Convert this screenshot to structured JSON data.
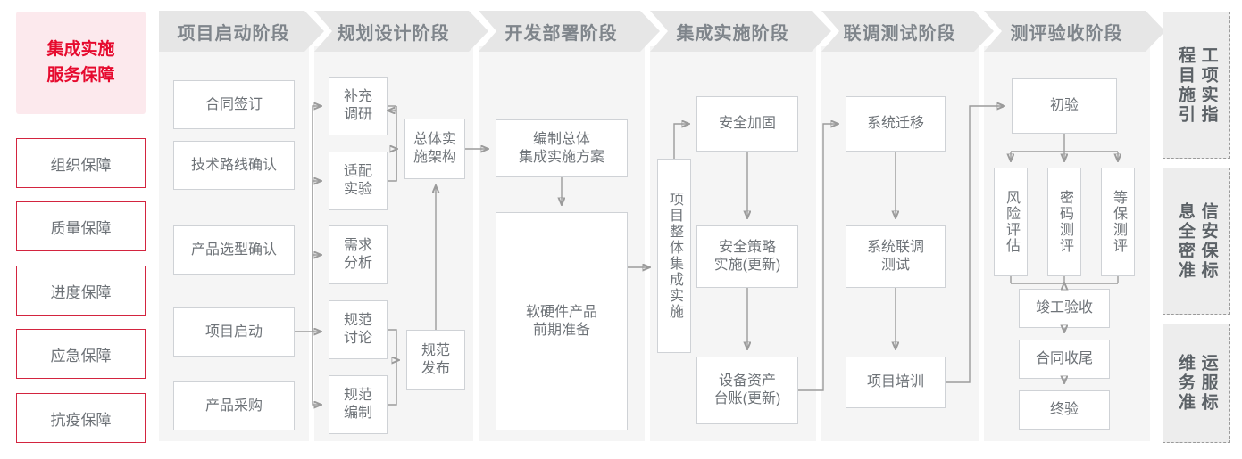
{
  "left_rail": {
    "header": "集成实施\n服务保障",
    "header_line1": "集成实施",
    "header_line2": "服务保障",
    "items": [
      {
        "label": "组织保障"
      },
      {
        "label": "质量保障"
      },
      {
        "label": "进度保障"
      },
      {
        "label": "应急保障"
      },
      {
        "label": "抗疫保障"
      }
    ]
  },
  "phases": [
    {
      "title": "项目启动阶段",
      "nodes": [
        {
          "label": "合同签订"
        },
        {
          "label": "技术路线确认"
        },
        {
          "label": "产品选型确认"
        },
        {
          "label": "项目启动"
        },
        {
          "label": "产品采购"
        }
      ]
    },
    {
      "title": "规划设计阶段",
      "nodes": [
        {
          "label": "补充\n调研",
          "l1": "补充",
          "l2": "调研"
        },
        {
          "label": "适配\n实验",
          "l1": "适配",
          "l2": "实验"
        },
        {
          "label": "需求\n分析",
          "l1": "需求",
          "l2": "分析"
        },
        {
          "label": "规范\n讨论",
          "l1": "规范",
          "l2": "讨论"
        },
        {
          "label": "规范\n编制",
          "l1": "规范",
          "l2": "编制"
        },
        {
          "label": "总体实\n施架构",
          "l1": "总体实",
          "l2": "施架构"
        },
        {
          "label": "规范\n发布",
          "l1": "规范",
          "l2": "发布"
        }
      ]
    },
    {
      "title": "开发部署阶段",
      "nodes": [
        {
          "label": "编制总体\n集成实施方案",
          "l1": "编制总体",
          "l2": "集成实施方案"
        },
        {
          "label": "软硬件产品\n前期准备",
          "l1": "软硬件产品",
          "l2": "前期准备"
        }
      ]
    },
    {
      "title": "集成实施阶段",
      "nodes": [
        {
          "label": "项目整体集成实施"
        },
        {
          "label": "安全加固"
        },
        {
          "label": "安全策略\n实施(更新)",
          "l1": "安全策略",
          "l2": "实施(更新)"
        },
        {
          "label": "设备资产\n台账(更新)",
          "l1": "设备资产",
          "l2": "台账(更新)"
        }
      ]
    },
    {
      "title": "联调测试阶段",
      "nodes": [
        {
          "label": "系统迁移"
        },
        {
          "label": "系统联调\n测试",
          "l1": "系统联调",
          "l2": "测试"
        },
        {
          "label": "项目培训"
        }
      ]
    },
    {
      "title": "测评验收阶段",
      "nodes": [
        {
          "label": "初验"
        },
        {
          "label": "风险评估"
        },
        {
          "label": "密码测评"
        },
        {
          "label": "等保测评"
        },
        {
          "label": "竣工验收"
        },
        {
          "label": "合同收尾"
        },
        {
          "label": "终验"
        }
      ]
    }
  ],
  "right_rail": {
    "items": [
      {
        "label": "工程项目实施指引",
        "col_right": "程目施引",
        "col_left": "工项实指"
      },
      {
        "label": "信息安全保密标准",
        "col_right": "息全密准",
        "col_left": "信安保标"
      },
      {
        "label": "运维服务标准",
        "col_right": "维务准",
        "col_left": "运服标"
      }
    ]
  },
  "colors": {
    "accent_red": "#e60a2e",
    "rail_border": "#d3243f",
    "rail_header_bg": "#fce9ed",
    "column_bg": "#f5f5f5",
    "header_bg": "#e6e6e6",
    "node_border": "#cfd2d6",
    "text_gray": "#6e7378",
    "wire": "#9b9b9b"
  }
}
